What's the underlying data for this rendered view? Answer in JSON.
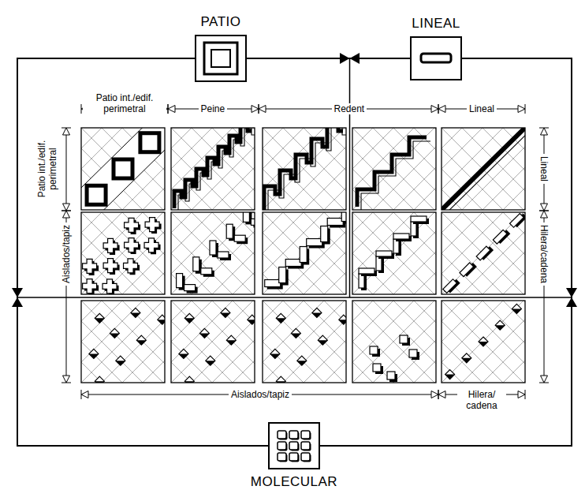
{
  "diagram": {
    "nodes": [
      {
        "text": [
          "PATIO"
        ]
      },
      {
        "text": [
          "LINEAL"
        ]
      },
      {
        "text": [
          "MOLECULAR"
        ]
      }
    ],
    "edges": [
      {
        "from": 0,
        "to": 1,
        "arrow": "none"
      },
      {
        "from": 0,
        "to": 2,
        "arrow": "none"
      },
      {
        "from": 1,
        "to": 2,
        "arrow": "none"
      }
    ],
    "labels": [
      "Patio int./edif. perimetral",
      "Peine",
      "Redent",
      "Lineal",
      "Lineal",
      "Patio int./edif. perimetral",
      "Aislados/tapiz",
      "Hilera/cadena",
      "Aislados/tapiz",
      "Hilera/ cadena"
    ]
  }
}
